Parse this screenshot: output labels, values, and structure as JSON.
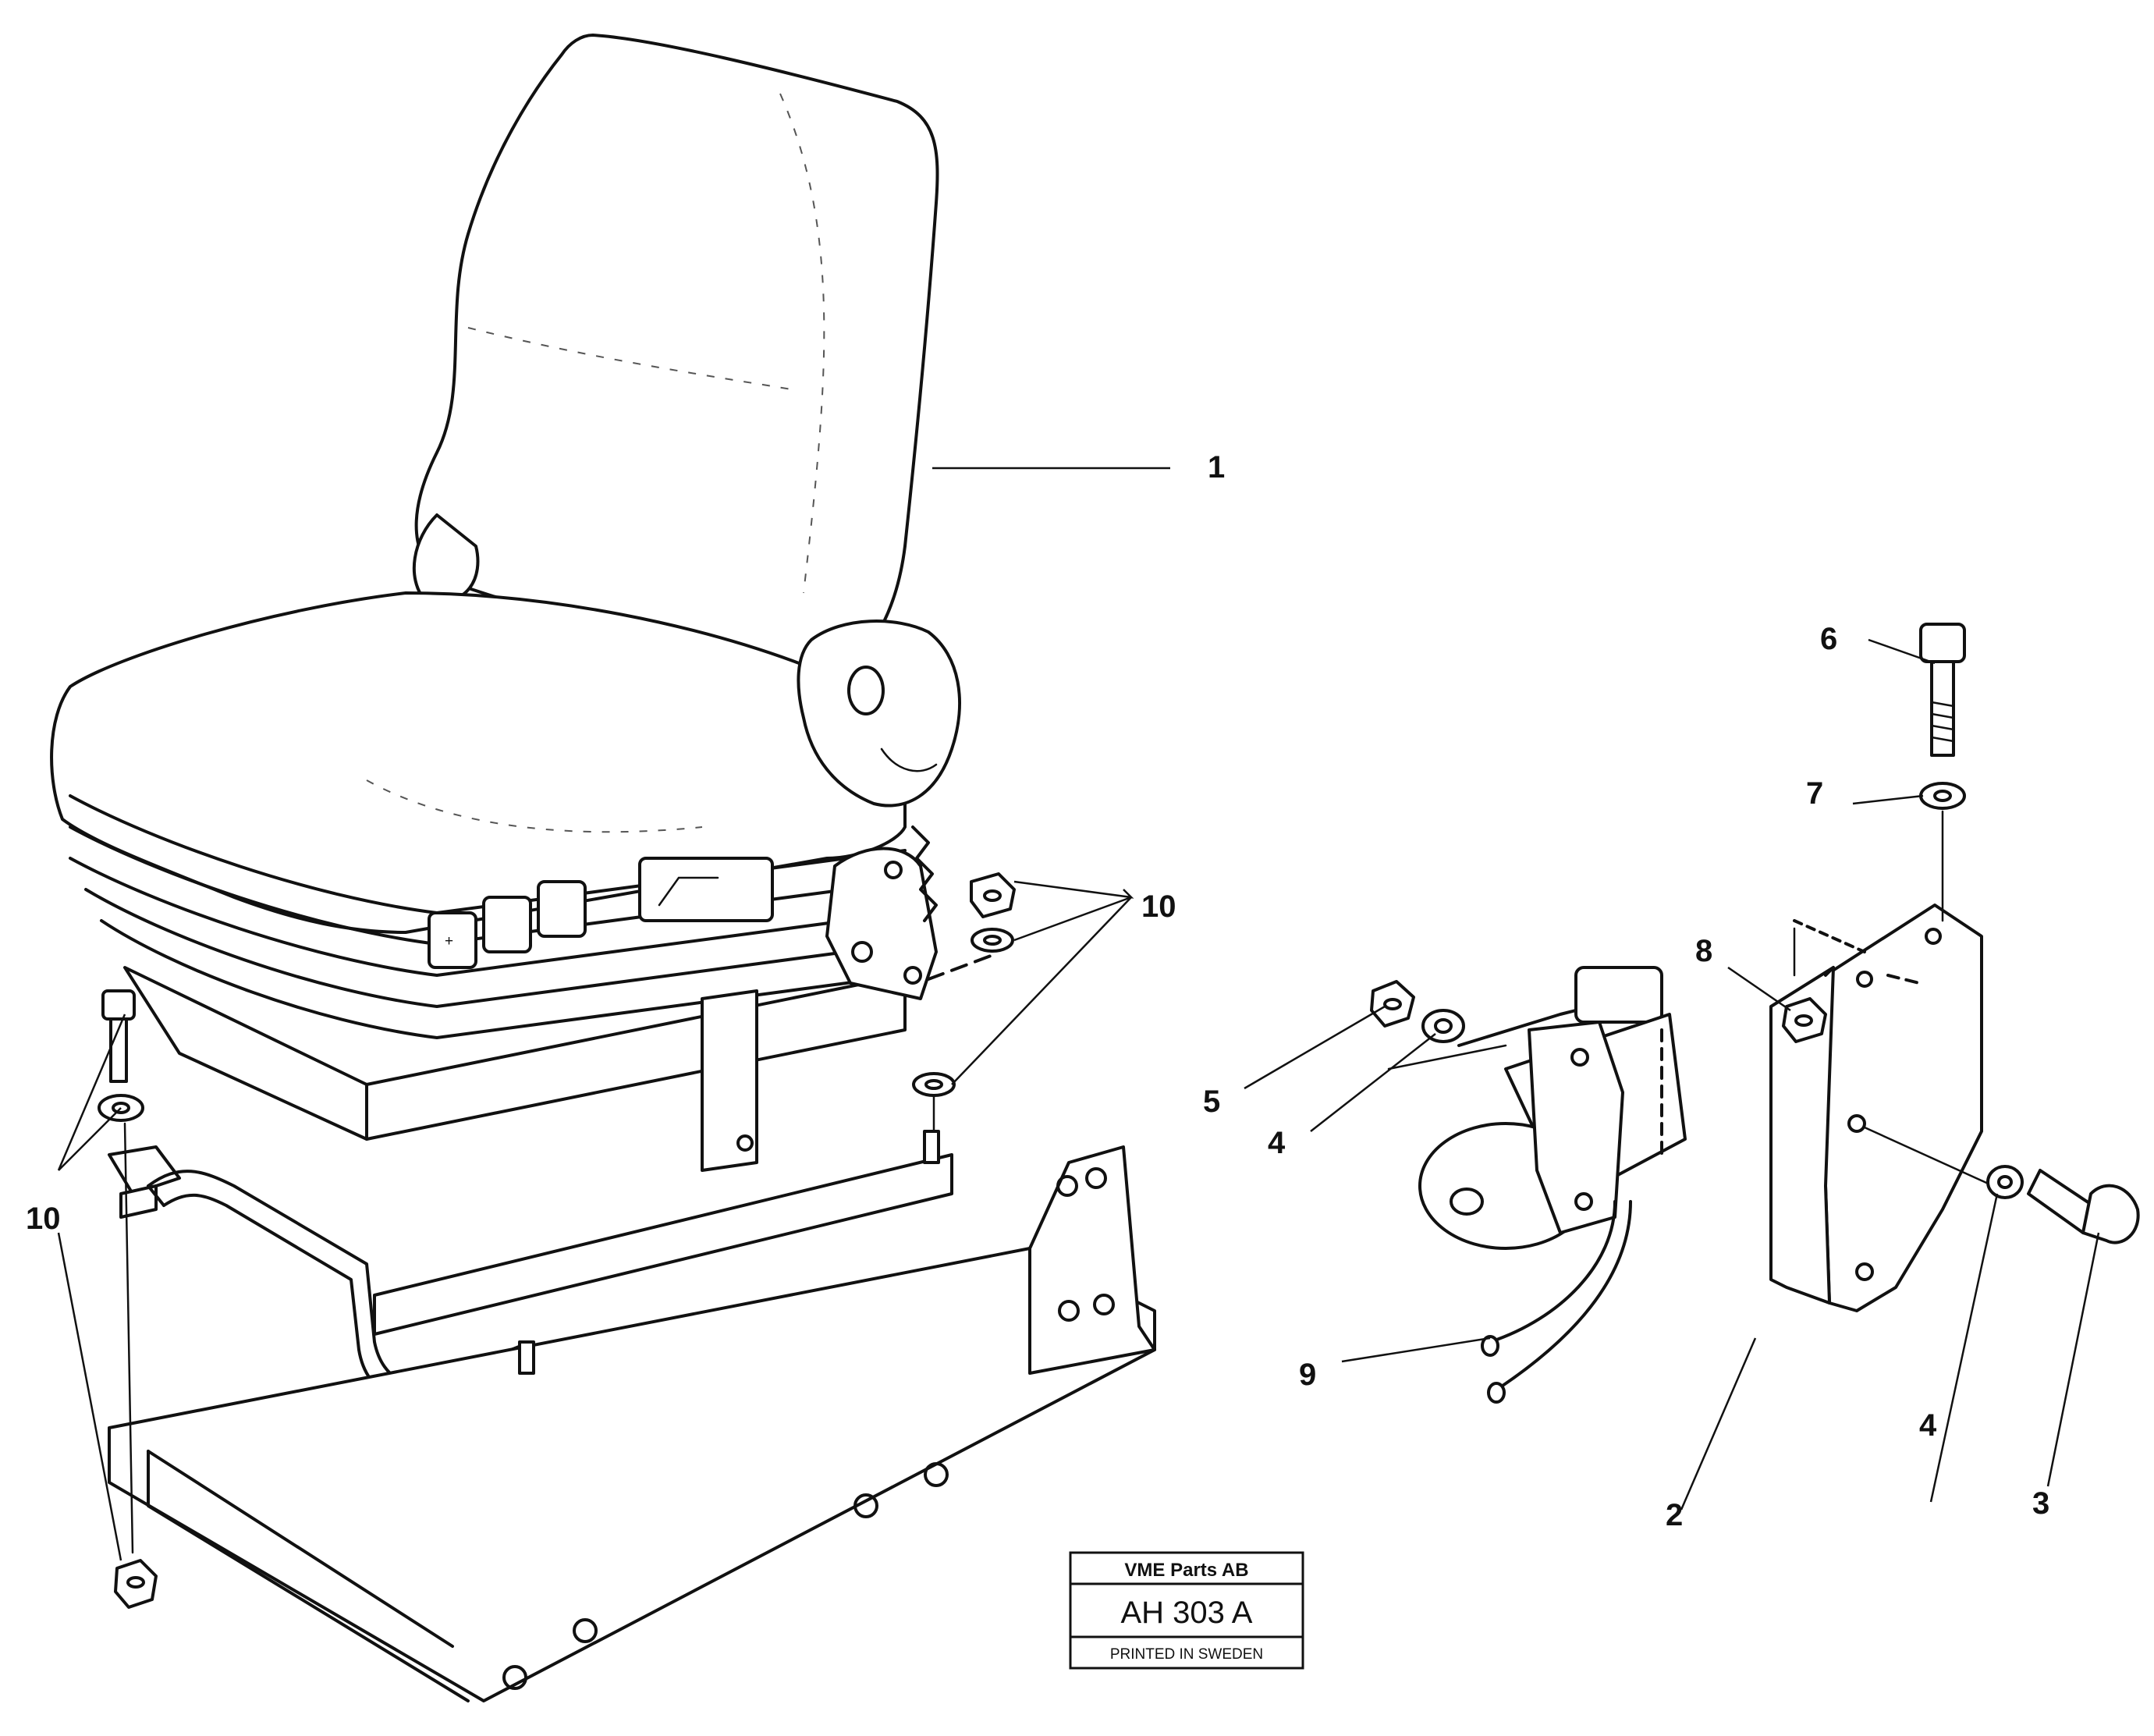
{
  "callouts": {
    "seat": "1",
    "bracket": "2",
    "bolt_side": "3",
    "washer_left": "4",
    "washer_right": "4",
    "nut_motor": "5",
    "bolt_top": "6",
    "washer_top": "7",
    "nut_bracket": "8",
    "cable": "9",
    "fasteners_right": "10",
    "fasteners_left": "10"
  },
  "stamp": {
    "company": "VME Parts AB",
    "code": "AH 303  A",
    "footer": "PRINTED IN SWEDEN"
  }
}
